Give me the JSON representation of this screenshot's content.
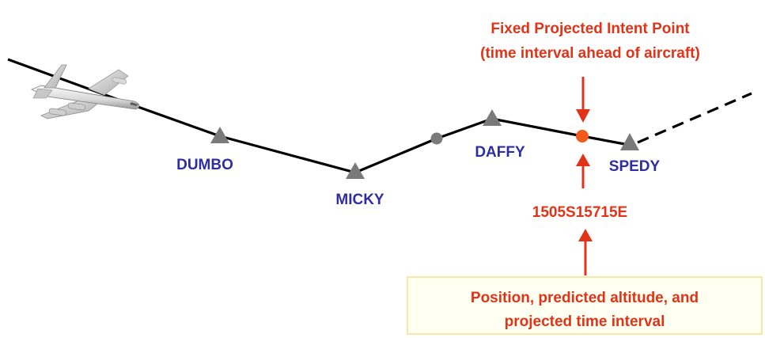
{
  "colors": {
    "route": "#000000",
    "waypoint": "#7a7a7a",
    "waypoint_label": "#2e2e9e",
    "annotation": "#e03318",
    "intent_point": "#f05a1a",
    "intermediate_point": "#7a7a7a",
    "note_border": "#f3e08a",
    "note_fill": "#fffff2"
  },
  "icons": {
    "aircraft": "aircraft-icon",
    "waypoint": "triangle-icon",
    "intent_point": "circle-icon",
    "arrow": "arrow-icon"
  },
  "waypoints": [
    {
      "id": "dumbo",
      "label": "DUMBO"
    },
    {
      "id": "micky",
      "label": "MICKY"
    },
    {
      "id": "daffy",
      "label": "DAFFY"
    },
    {
      "id": "spedy",
      "label": "SPEDY"
    }
  ],
  "annotations": {
    "intent_title_line1": "Fixed Projected Intent Point",
    "intent_title_line2": "(time interval ahead of aircraft)",
    "position_code": "1505S15715E",
    "note_line1": "Position, predicted altitude, and",
    "note_line2": "projected time interval"
  }
}
